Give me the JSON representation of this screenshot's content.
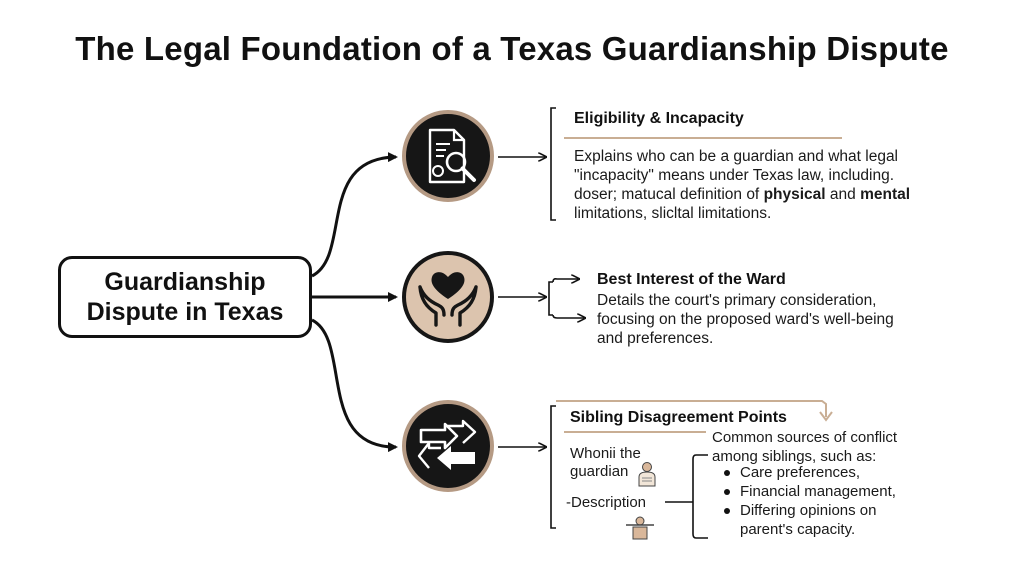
{
  "title": "The Legal Foundation of a Texas Guardianship Dispute",
  "root": {
    "line1": "Guardianship",
    "line2": "Dispute in Texas"
  },
  "branches": [
    {
      "icon": "document-magnifier-icon",
      "heading": "Eligibility & Incapacity",
      "text_lines": [
        "Explains who can be a guardian and what legal",
        "\"incapacity\" means under Texas law, including.",
        {
          "parts": [
            "doser; matucal definition of ",
            "physical",
            " and ",
            "mental"
          ]
        },
        "limitations, slicltal limitations."
      ]
    },
    {
      "icon": "heart-in-hands-icon",
      "heading": "Best Interest of the Ward",
      "text_lines": [
        "Details the court's primary consideration,",
        "focusing on the proposed ward's well-being",
        "and preferences."
      ]
    },
    {
      "icon": "opposing-arrows-icon",
      "heading": "Sibling Disagreement Points",
      "left_label_1": "Whonii the",
      "left_label_2": "guardian",
      "left_label_3": "-Description",
      "intro_1": "Common sources of conflict",
      "intro_2": "among siblings, such as:",
      "bullets": [
        "Care preferences,",
        "Financial management,",
        "Differing opinions on"
      ],
      "bullet_tail": "parent's capacity."
    }
  ],
  "colors": {
    "accent_tan": "#c9ae94",
    "circle_light": "#dcc4ae",
    "ink": "#161616"
  }
}
